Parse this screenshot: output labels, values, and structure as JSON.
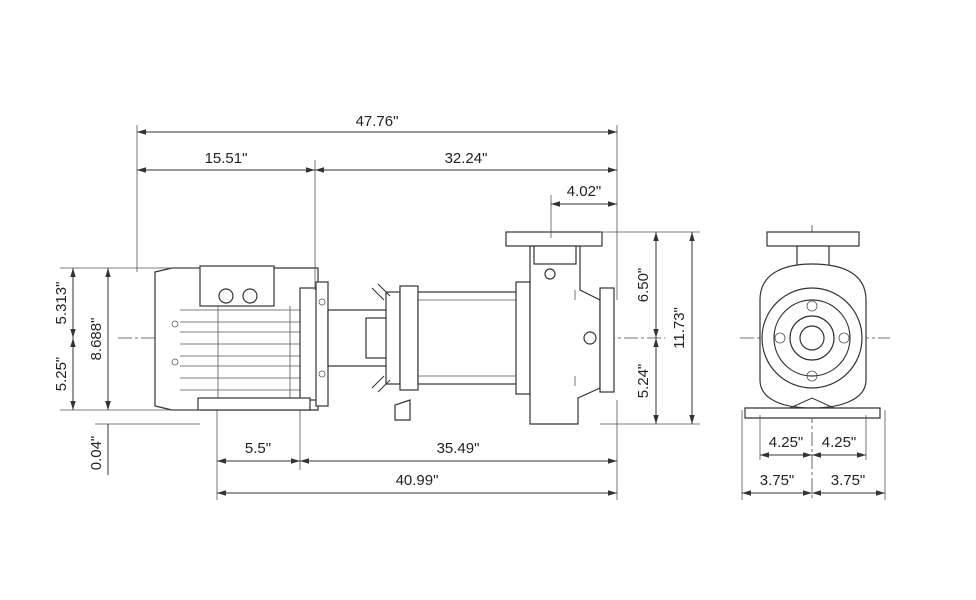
{
  "dimensions": {
    "overall_length": "47.76\"",
    "motor_length": "15.51\"",
    "pump_length": "32.24\"",
    "suction_offset": "4.02\"",
    "top_to_center": "6.50\"",
    "overall_height": "11.73\"",
    "center_to_bottom_right": "5.24\"",
    "motor_top": "5.313\"",
    "motor_diameter": "8.688\"",
    "center_to_base": "5.25\"",
    "base_gap": "0.04\"",
    "foot_offset": "5.5\"",
    "foot_spacing": "35.49\"",
    "base_length": "40.99\"",
    "half_foot_left": "4.25\"",
    "half_foot_right": "4.25\"",
    "half_base_left": "3.75\"",
    "half_base_right": "3.75\""
  }
}
